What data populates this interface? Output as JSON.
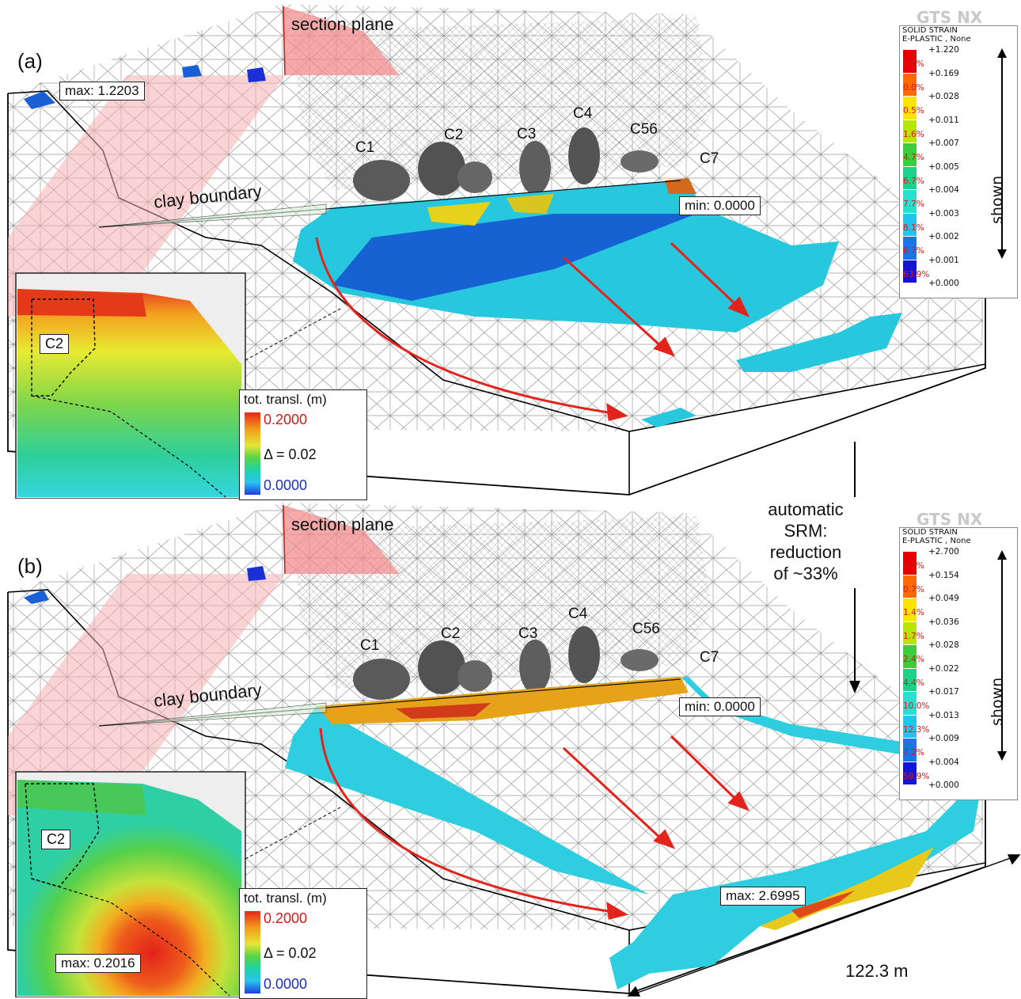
{
  "panels": [
    {
      "letter": "(a)",
      "section_plane": "section plane",
      "rocks": [
        "C1",
        "C2",
        "C3",
        "C4",
        "C56",
        "C7"
      ],
      "clay_boundary": "clay boundary",
      "callouts": {
        "max": "max: 1.2203",
        "min": "min: 0.0000"
      },
      "inset": {
        "rock": "C2",
        "max": ""
      },
      "legend": {
        "logo": "GTS NX",
        "title1": "SOLID STRAIN",
        "title2": "E-PLASTIC , None",
        "ticks": [
          "+1.220",
          "+0.169",
          "+0.028",
          "+0.011",
          "+0.007",
          "+0.005",
          "+0.004",
          "+0.003",
          "+0.002",
          "+0.001",
          "+0.000"
        ],
        "percents": [
          "0.0%",
          "0.0%",
          "0.5%",
          "1.6%",
          "4.7%",
          "6.7%",
          "7.7%",
          "8.1%",
          "6.7%",
          "63.9%"
        ],
        "shown": "shown"
      },
      "translation_legend": {
        "title": "tot. transl. (m)",
        "max": "0.2000",
        "step": "Δ = 0.02",
        "min": "0.0000"
      }
    },
    {
      "letter": "(b)",
      "section_plane": "section plane",
      "rocks": [
        "C1",
        "C2",
        "C3",
        "C4",
        "C56",
        "C7"
      ],
      "clay_boundary": "clay boundary",
      "callouts": {
        "max": "max: 2.6995",
        "min": "min: 0.0000"
      },
      "inset": {
        "rock": "C2",
        "max": "max: 0.2016"
      },
      "legend": {
        "logo": "GTS NX",
        "title1": "SOLID STRAIN",
        "title2": "E-PLASTIC , None",
        "ticks": [
          "+2.700",
          "+0.154",
          "+0.049",
          "+0.036",
          "+0.028",
          "+0.022",
          "+0.017",
          "+0.013",
          "+0.009",
          "+0.004",
          "+0.000"
        ],
        "percents": [
          "0.0%",
          "0.7%",
          "1.4%",
          "1.7%",
          "2.4%",
          "4.4%",
          "10.0%",
          "12.3%",
          "7.2%",
          "59.9%"
        ],
        "shown": "shown"
      },
      "translation_legend": {
        "title": "tot. transl. (m)",
        "max": "0.2000",
        "step": "Δ = 0.02",
        "min": "0.0000"
      }
    }
  ],
  "srm_note": [
    "automatic",
    "SRM:",
    "reduction",
    "of ~33%"
  ],
  "scale": "122.3 m",
  "colors": {
    "legend_bands": [
      "#e60000",
      "#ff6a00",
      "#ffe400",
      "#b6e600",
      "#3ccc3c",
      "#1ed08c",
      "#28e0d2",
      "#21c3ef",
      "#1a74e6",
      "#1414d8"
    ],
    "section_plane": "#f28c8c",
    "arrow": "#e3241c",
    "percent_text": "#d51a1a"
  }
}
